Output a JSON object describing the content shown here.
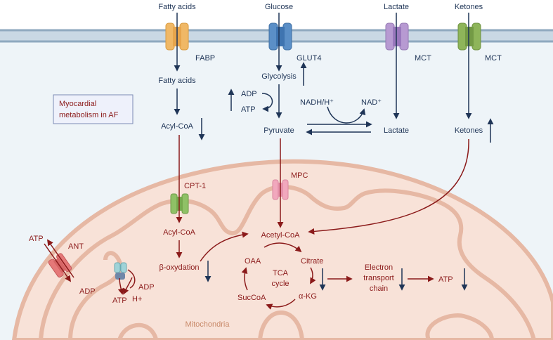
{
  "substrates": {
    "fatty_acids": "Fatty acids",
    "glucose": "Glucose",
    "lactate": "Lactate",
    "ketones": "Ketones"
  },
  "transporters": {
    "fabp": "FABP",
    "glut4": "GLUT4",
    "mct1": "MCT",
    "mct2": "MCT",
    "cpt1": "CPT-1",
    "mpc": "MPC",
    "ant": "ANT"
  },
  "cytosol": {
    "fatty_acids_2": "Fatty acids",
    "acyl_coa": "Acyl-CoA",
    "glycolysis": "Glycolysis",
    "adp": "ADP",
    "atp": "ATP",
    "pyruvate": "Pyruvate",
    "nadh": "NADH/H⁺",
    "nad": "NAD⁺",
    "lactate_2": "Lactate",
    "ketones_2": "Ketones"
  },
  "legend": {
    "line1": "Myocardial",
    "line2": "metabolism in AF"
  },
  "mito": {
    "acyl_coa": "Acyl-CoA",
    "beta_ox": "β-oxydation",
    "acetyl_coa": "Acetyl-CoA",
    "oaa": "OAA",
    "citrate": "Citrate",
    "tca1": "TCA",
    "tca2": "cycle",
    "succoa": "SucCoA",
    "akg": "α-KG",
    "etc1": "Electron",
    "etc2": "transport",
    "etc3": "chain",
    "atp_out": "ATP",
    "ant_atp": "ATP",
    "ant_adp": "ADP",
    "syn_adp": "ADP",
    "syn_atp": "ATP",
    "syn_h": "H+",
    "label": "Mitochondria"
  },
  "colors": {
    "navy": "#1f3557",
    "red": "#8b1a1a",
    "membrane": "#a9bfd1",
    "mito_fill": "#f8e2d8",
    "mito_edge": "#e6b8a4"
  }
}
